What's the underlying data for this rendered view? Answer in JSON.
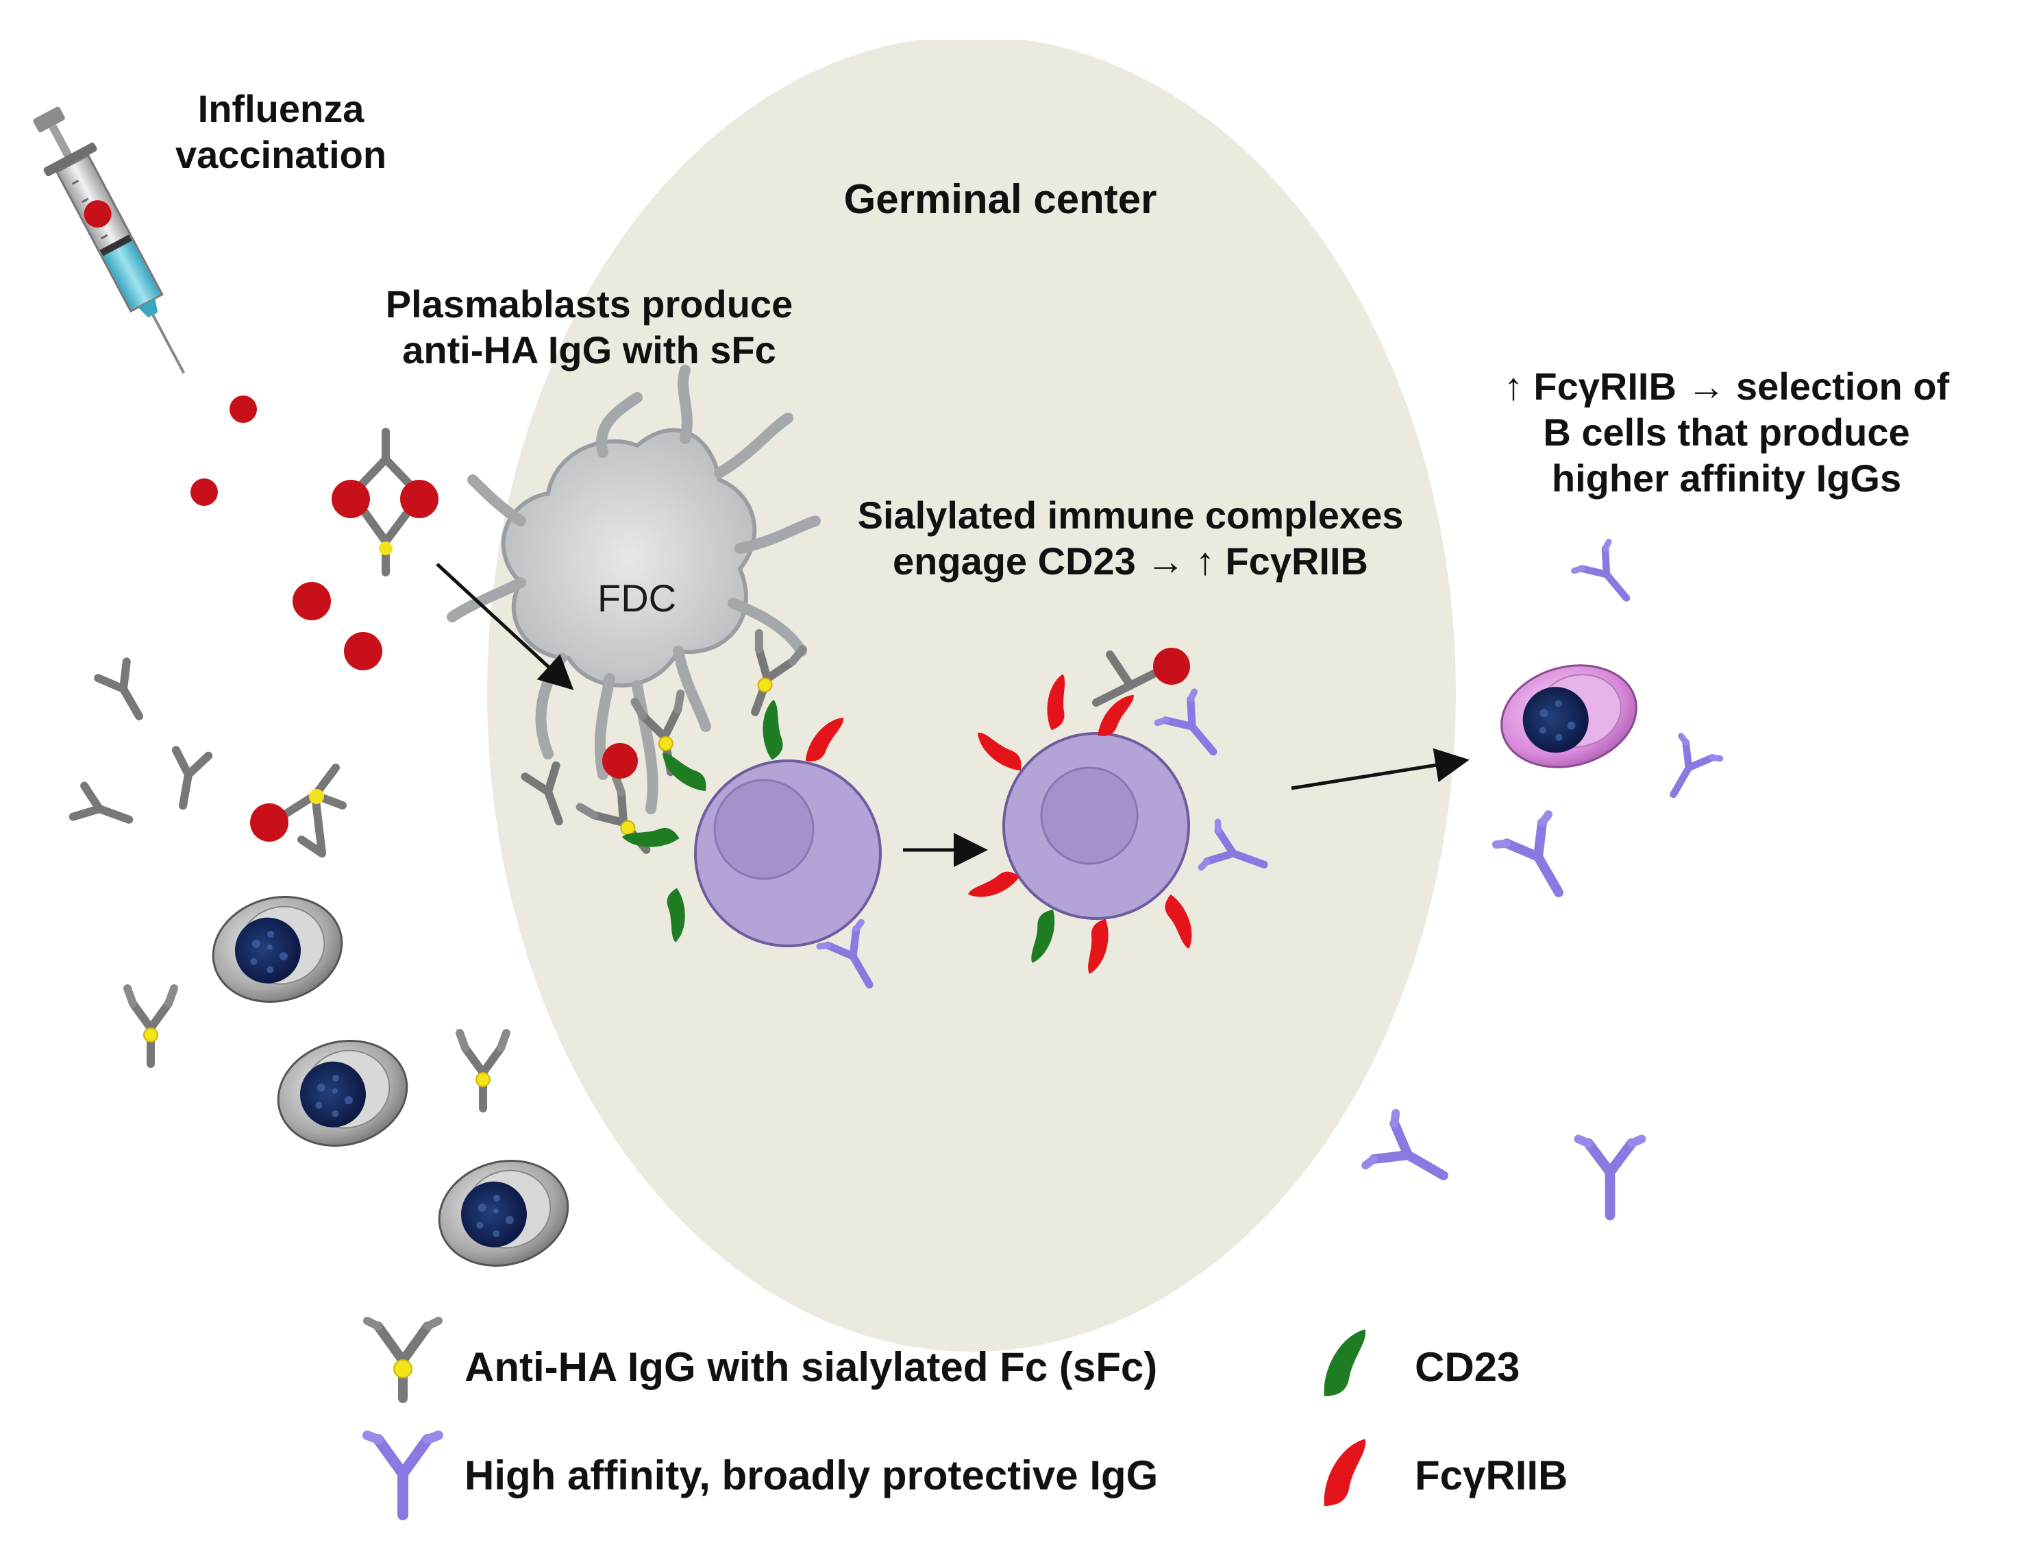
{
  "labels": {
    "vaccination_line1": "Influenza",
    "vaccination_line2": "vaccination",
    "germinal_center": "Germinal center",
    "plasmablasts_line1": "Plasmablasts produce",
    "plasmablasts_line2": "anti-HA IgG with sFc",
    "fdc": "FDC",
    "sialylated_line1": "Sialylated immune complexes",
    "sialylated_line2": "engage CD23 → ↑ FcγRIIB",
    "selection_line1": "↑ FcγRIIB → selection of",
    "selection_line2": "B cells that produce",
    "selection_line3": "higher affinity IgGs"
  },
  "legend": {
    "sfc_igg": "Anti-HA IgG with sialylated Fc (sFc)",
    "high_affinity_igg": "High affinity, broadly protective IgG",
    "cd23": "CD23",
    "fcgriib": "FcγRIIB"
  },
  "colors": {
    "germinal_center_fill": "#eceadf",
    "antigen_red": "#c8101a",
    "igg_gray": "#777777",
    "sialic_yellow": "#f4e21a",
    "igg_purple": "#8b78e0",
    "cd23_green": "#1e7d22",
    "fcgriib_red": "#e4141a",
    "bcell_fill": "#b3a3d6",
    "plasma_pink": "#dc8de0",
    "nucleus_navy": "#0f1f55"
  }
}
